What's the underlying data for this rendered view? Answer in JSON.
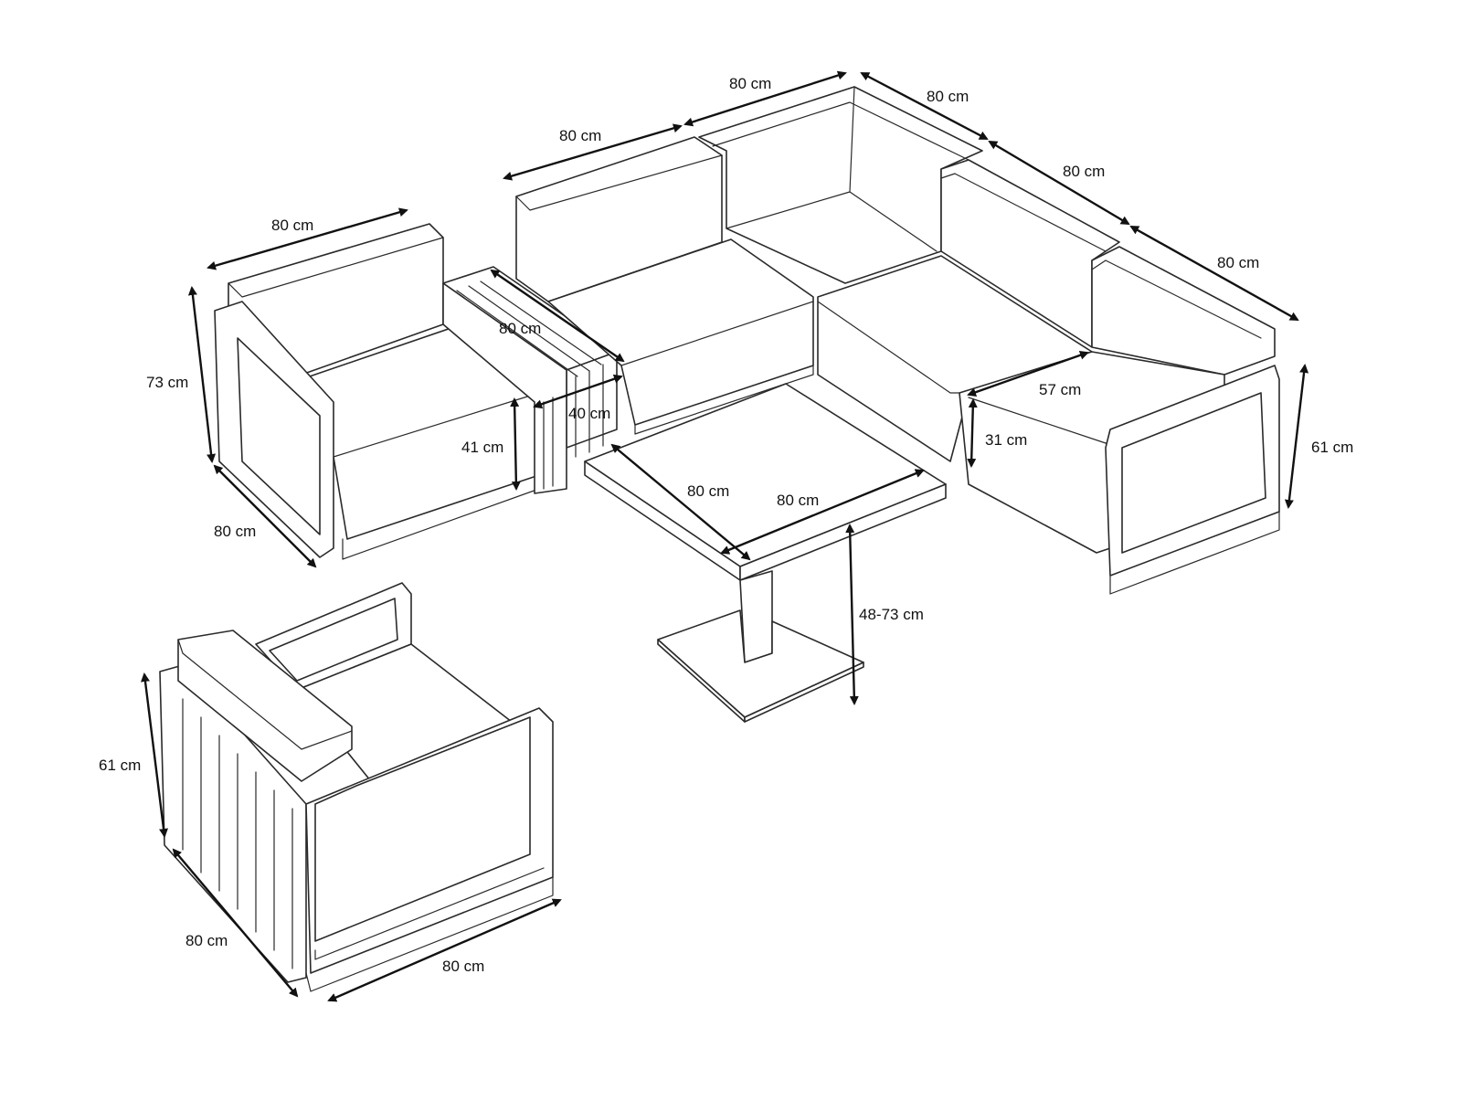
{
  "labels": {
    "top_left_seg": "80 cm",
    "top_mid_seg": "80 cm",
    "top_right_seg1": "80 cm",
    "top_right_seg2": "80 cm",
    "top_right_seg3": "80 cm",
    "armchair_width": "80 cm",
    "armchair_height": "73 cm",
    "armchair_depth": "80 cm",
    "side_table_length": "80 cm",
    "side_table_width": "40 cm",
    "seat_height_left": "41 cm",
    "table_width_a": "80 cm",
    "table_width_b": "80 cm",
    "table_height": "48-73 cm",
    "seat_depth": "57 cm",
    "seat_height_right": "31 cm",
    "sofa_height_right": "61 cm",
    "chair2_height": "61 cm",
    "chair2_depth": "80 cm",
    "chair2_width": "80 cm"
  }
}
